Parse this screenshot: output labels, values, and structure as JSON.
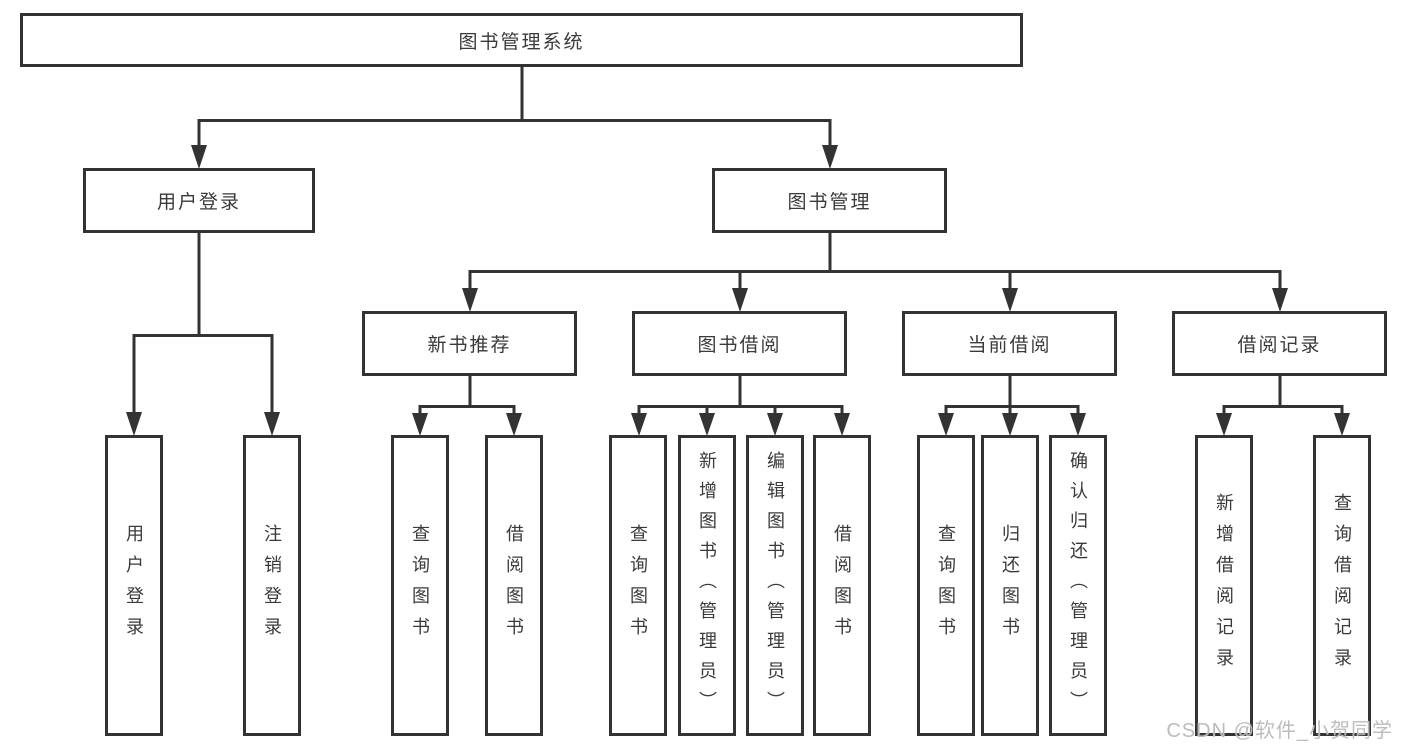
{
  "diagram": {
    "tree": {
      "root": {
        "label": "图书管理系统"
      },
      "branches": [
        {
          "label": "用户登录",
          "children": [
            {
              "label": "用户登录"
            },
            {
              "label": "注销登录"
            }
          ]
        },
        {
          "label": "图书管理",
          "groups": [
            {
              "label": "新书推荐",
              "children": [
                {
                  "label": "查询图书"
                },
                {
                  "label": "借阅图书"
                }
              ]
            },
            {
              "label": "图书借阅",
              "children": [
                {
                  "label": "查询图书"
                },
                {
                  "label": "新增图书（管理员）"
                },
                {
                  "label": "编辑图书（管理员）"
                },
                {
                  "label": "借阅图书"
                }
              ]
            },
            {
              "label": "当前借阅",
              "children": [
                {
                  "label": "查询图书"
                },
                {
                  "label": "归还图书"
                },
                {
                  "label": "确认归还（管理员）"
                }
              ]
            },
            {
              "label": "借阅记录",
              "children": [
                {
                  "label": "新增借阅记录"
                },
                {
                  "label": "查询借阅记录"
                }
              ]
            }
          ]
        }
      ]
    },
    "watermark": "CSDN @软件_小贺同学",
    "colors": {
      "line": "#333333",
      "box_border": "#333333",
      "box_bg": "#ffffff",
      "text": "#3a3a3a",
      "watermark": "#b6b6b6",
      "background": "#ffffff"
    }
  }
}
